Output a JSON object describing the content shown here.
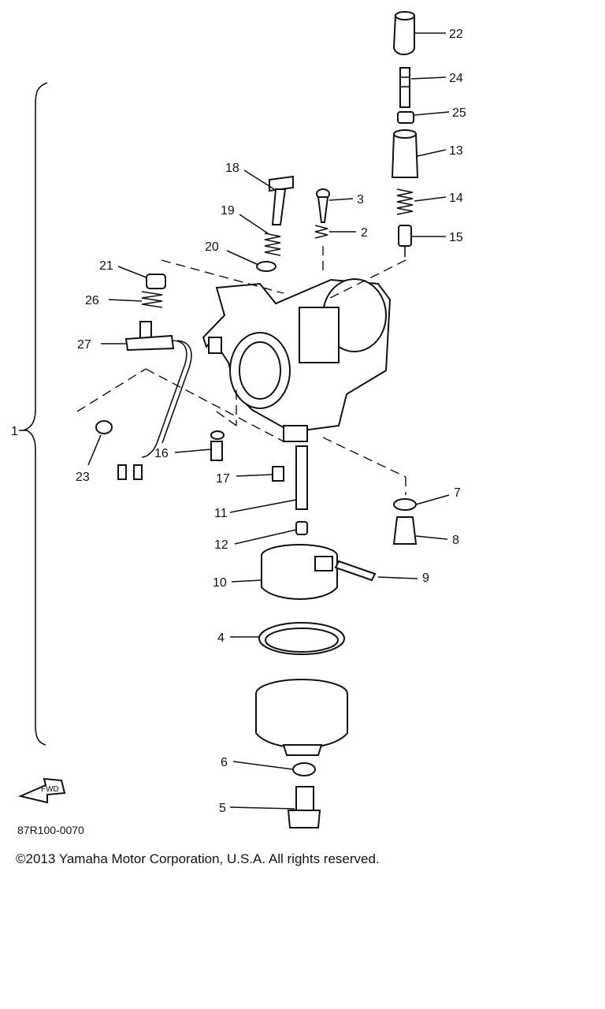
{
  "diagram": {
    "assembly_label": "1",
    "fwd_label": "FWD",
    "reference_code": "87R100-0070",
    "copyright": "©2013 Yamaha Motor Corporation, U.S.A. All rights reserved.",
    "callouts": [
      "2",
      "3",
      "4",
      "5",
      "6",
      "7",
      "8",
      "9",
      "10",
      "11",
      "12",
      "13",
      "14",
      "15",
      "16",
      "17",
      "18",
      "19",
      "20",
      "21",
      "22",
      "23",
      "24",
      "25",
      "26",
      "27"
    ]
  }
}
